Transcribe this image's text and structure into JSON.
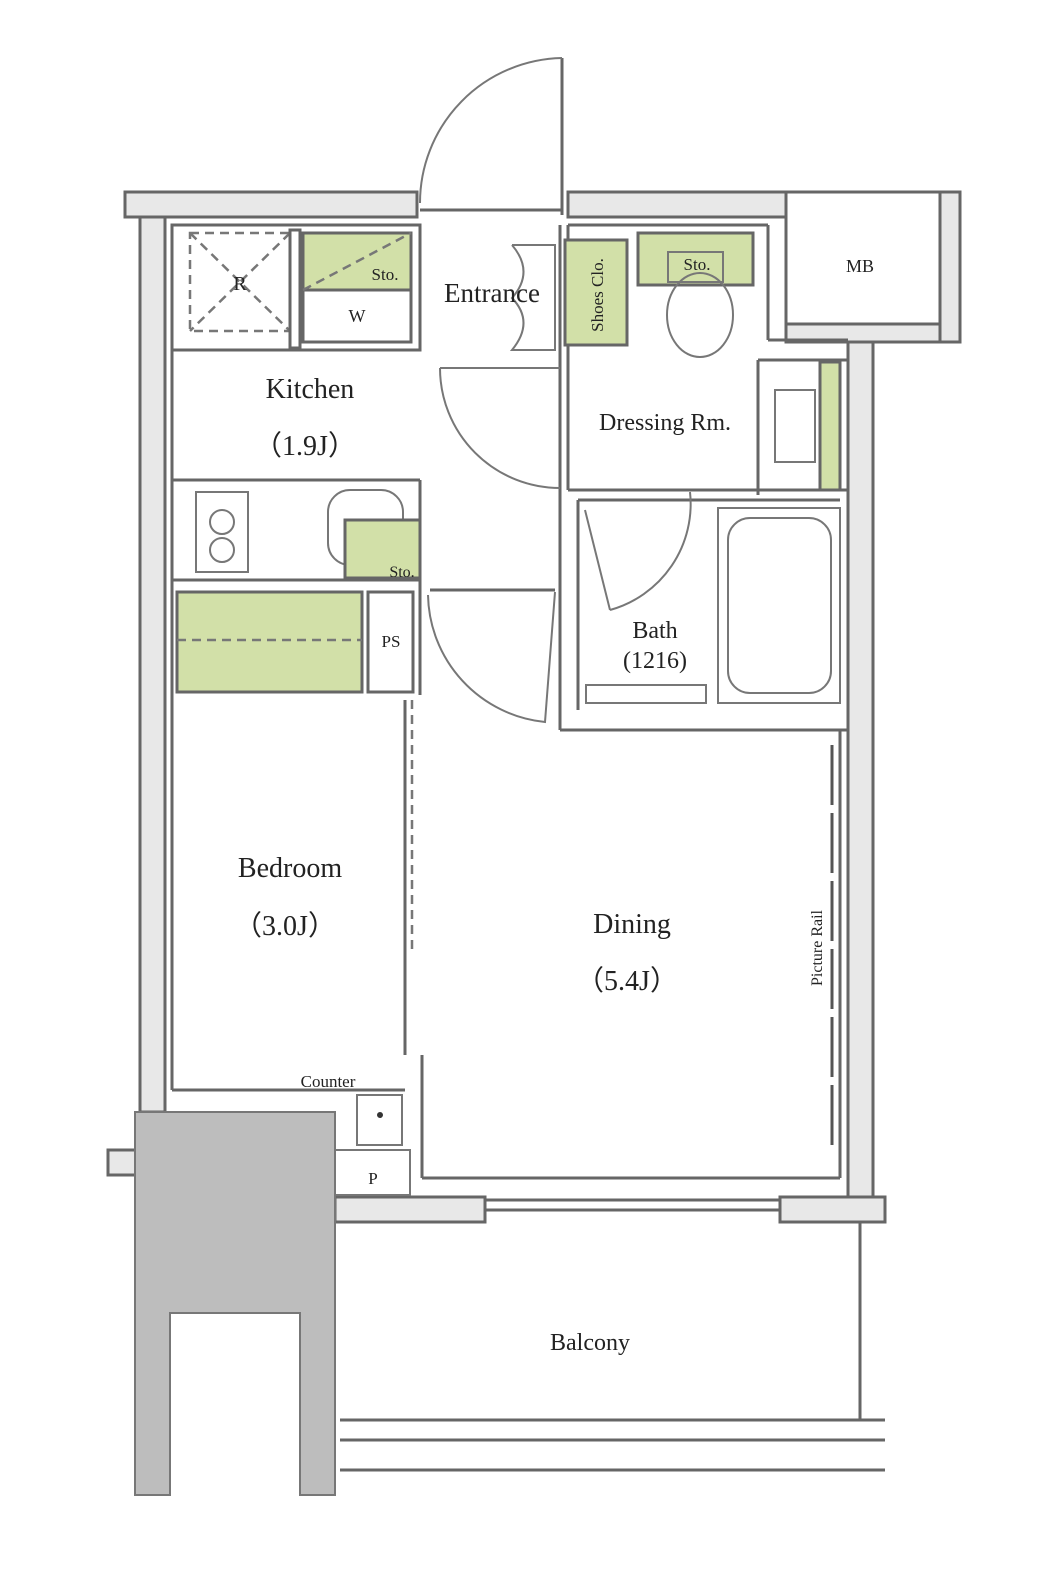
{
  "colors": {
    "storage_fill": "#d2e0a8",
    "pillar_fill": "#bdbdbd",
    "wall_line": "#666666"
  },
  "labels": {
    "entrance": "Entrance",
    "kitchen": "Kitchen",
    "kitchen_size": "（1.9J）",
    "refrigerator": "R",
    "washer": "W",
    "storage": "Sto.",
    "shoes_closet": "Shoes Clo.",
    "mb": "MB",
    "dressing": "Dressing Rm.",
    "bath": "Bath",
    "bath_size": "(1216)",
    "ps": "PS",
    "bedroom": "Bedroom",
    "bedroom_size": "（3.0J）",
    "dining": "Dining",
    "dining_size": "（5.4J）",
    "picture_rail": "Picture Rail",
    "counter": "Counter",
    "p": "P",
    "balcony": "Balcony"
  }
}
